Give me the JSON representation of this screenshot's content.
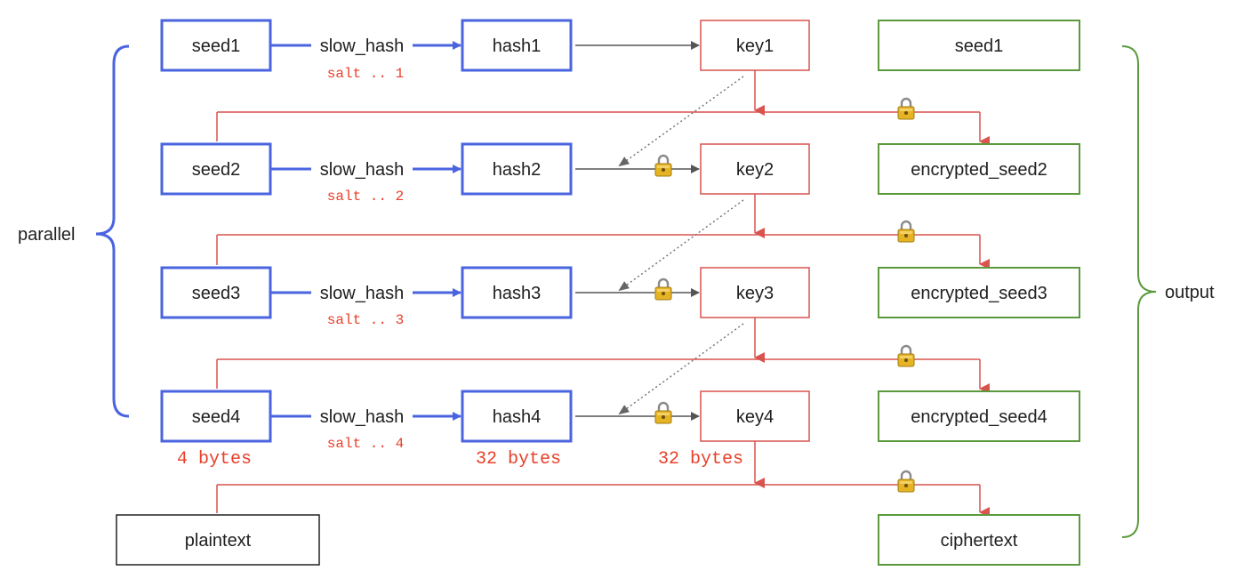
{
  "colors": {
    "blue": "#4a64e0",
    "red": "#d9534f",
    "green": "#5a9a3c",
    "black": "#222222",
    "gray": "#555555",
    "dotted": "#777777",
    "text_red": "#e8402a"
  },
  "icons": {
    "lock": "lock-icon"
  },
  "brackets": {
    "left_label": "parallel",
    "right_label": "output"
  },
  "rows": [
    {
      "seed": "seed1",
      "hash_label": "slow_hash",
      "salt": "salt .. 1",
      "hash": "hash1",
      "key": "key1",
      "output": "seed1"
    },
    {
      "seed": "seed2",
      "hash_label": "slow_hash",
      "salt": "salt .. 2",
      "hash": "hash2",
      "key": "key2",
      "output": "encrypted_seed2"
    },
    {
      "seed": "seed3",
      "hash_label": "slow_hash",
      "salt": "salt .. 3",
      "hash": "hash3",
      "key": "key3",
      "output": "encrypted_seed3"
    },
    {
      "seed": "seed4",
      "hash_label": "slow_hash",
      "salt": "salt .. 4",
      "hash": "hash4",
      "key": "key4",
      "output": "encrypted_seed4"
    }
  ],
  "sizes": {
    "seed": "4 bytes",
    "hash": "32 bytes",
    "key": "32 bytes"
  },
  "bottom": {
    "input": "plaintext",
    "output": "ciphertext"
  }
}
